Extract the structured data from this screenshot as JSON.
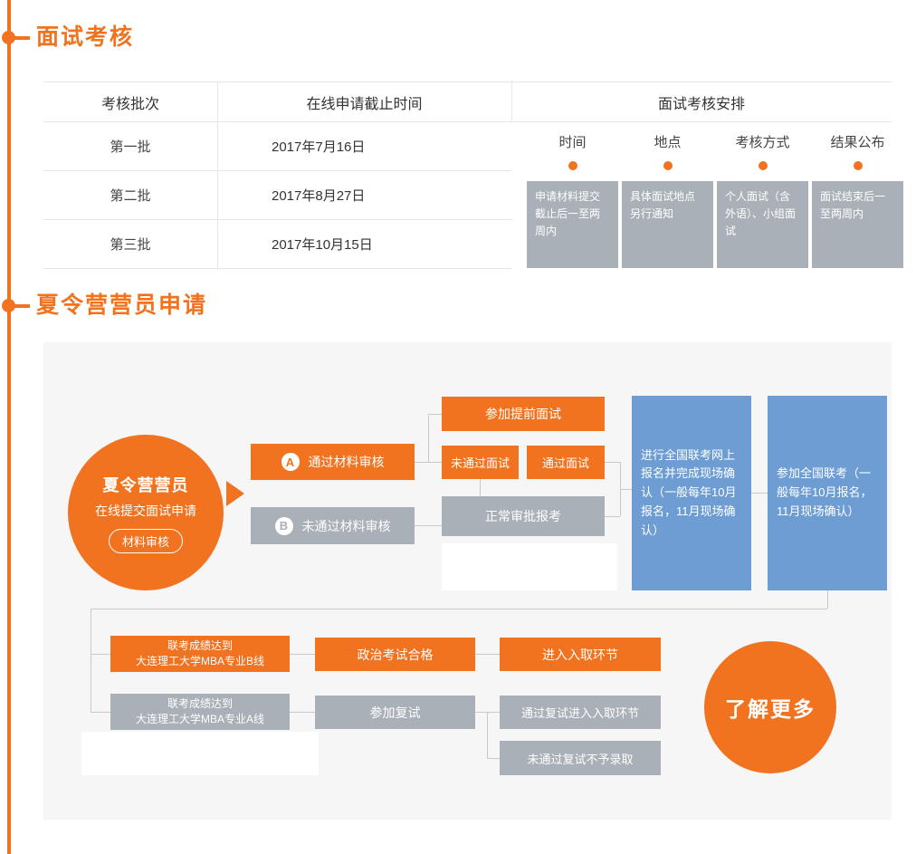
{
  "colors": {
    "orange": "#f1731f",
    "gray": "#a9b0b7",
    "blue": "#6d9dd3",
    "panel": "#f6f6f6",
    "line": "#c9c9c9",
    "border": "#e6e6e6"
  },
  "sections": {
    "interview": {
      "title": "面试考核",
      "table": {
        "headers": [
          "考核批次",
          "在线申请截止时间",
          "面试考核安排"
        ],
        "batches": [
          {
            "name": "第一批",
            "deadline": "2017年7月16日"
          },
          {
            "name": "第二批",
            "deadline": "2017年8月27日"
          },
          {
            "name": "第三批",
            "deadline": "2017年10月15日"
          }
        ],
        "arrangement": [
          {
            "label": "时间",
            "detail": "申请材料提交截止后一至两周内"
          },
          {
            "label": "地点",
            "detail": "具体面试地点另行通知"
          },
          {
            "label": "考核方式",
            "detail": "个人面试（含外语）、小组面试"
          },
          {
            "label": "结果公布",
            "detail": "面试结束后一至两周内"
          }
        ]
      }
    },
    "camp": {
      "title": "夏令营营员申请",
      "flow": {
        "start": {
          "line1": "夏令营营员",
          "line2": "在线提交面试申请",
          "badge": "材料审核"
        },
        "node_a": {
          "letter": "A",
          "label": "通过材料审核"
        },
        "node_b": {
          "letter": "B",
          "label": "未通过材料审核"
        },
        "early_interview": "参加提前面试",
        "fail_interview": "未通过面试",
        "pass_interview": "通过面试",
        "normal_apply": "正常审批报考",
        "national_register": "进行全国联考网上报名并完成现场确认（一般每年10月报名，11月现场确认）",
        "national_exam": "参加全国联考（一般每年10月报名，11月现场确认）",
        "score_b": {
          "line1": "联考成绩达到",
          "line2": "大连理工大学MBA专业B线"
        },
        "politics_pass": "政治考试合格",
        "enter_admission": "进入入取环节",
        "score_a": {
          "line1": "联考成绩达到",
          "line2": "大连理工大学MBA专业A线"
        },
        "retest": "参加复试",
        "retest_pass": "通过复试进入入取环节",
        "retest_fail": "未通过复试不予录取",
        "learn_more": "了解更多"
      }
    }
  }
}
